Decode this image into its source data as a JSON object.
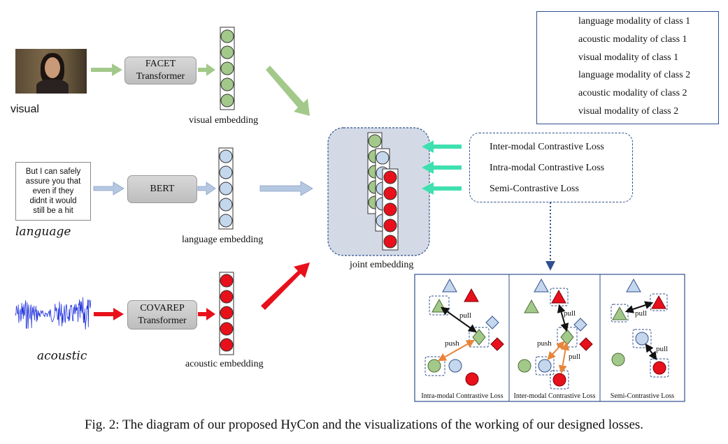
{
  "modalities": {
    "visual": "visual",
    "language": "language",
    "acoustic": "acoustic"
  },
  "encoders": {
    "facet_line1": "FACET",
    "facet_line2": "Transformer",
    "bert": "BERT",
    "covarep_line1": "COVAREP",
    "covarep_line2": "Transformer"
  },
  "language_sample": [
    "But I can safely",
    "assure you that",
    "even if they",
    "didnt it would",
    "still be a hit"
  ],
  "embeddings": {
    "visual": "visual embedding",
    "language": "language embedding",
    "acoustic": "acoustic embedding",
    "joint": "joint embedding"
  },
  "legend": [
    {
      "shapes": "triangle+diamond",
      "color": "#c5d7ec",
      "label": "language modality of class 1"
    },
    {
      "shapes": "triangle+diamond",
      "color": "#e8101a",
      "label": "acoustic modality of class 1"
    },
    {
      "shapes": "triangle+diamond",
      "color": "#a3c98a",
      "label": "visual modality of class 1"
    },
    {
      "shapes": "circle",
      "color": "#c5d7ec",
      "label": "language modality of class 2"
    },
    {
      "shapes": "circle",
      "color": "#e8101a",
      "label": "acoustic modality of class 2"
    },
    {
      "shapes": "circle",
      "color": "#a3c98a",
      "label": "visual modality of class 2"
    }
  ],
  "losses": [
    "Inter-modal Contrastive Loss",
    "Intra-modal Contrastive Loss",
    "Semi-Contrastive Loss"
  ],
  "panels": {
    "intra_caption": "Intra-modal Contrastive Loss",
    "inter_caption": "Inter-modal Contrastive Loss",
    "semi_caption": "Semi-Contrastive Loss",
    "pull": "pull",
    "push": "push"
  },
  "colors": {
    "green": "#a3c98a",
    "blue": "#c5d7ec",
    "red": "#e8101a",
    "teal_arrow": "#3fe0b0",
    "dark_blue": "#2f4f8f"
  },
  "caption": "Fig. 2: The diagram of our proposed HyCon and the visualizations of the working of our designed losses."
}
